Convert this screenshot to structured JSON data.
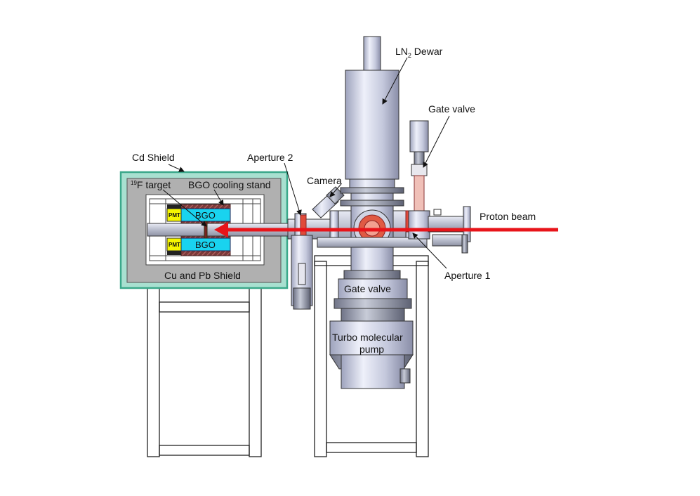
{
  "labels": {
    "ln2_dewar": "LN",
    "ln2_subscript": "2",
    "ln2_suffix": " Dewar",
    "gate_valve_top": "Gate valve",
    "cd_shield": "Cd Shield",
    "aperture_2": "Aperture 2",
    "camera": "Camera",
    "f_target_sup": "19",
    "f_target": "F target",
    "bgo_cooling_stand": "BGO cooling stand",
    "proton_beam": "Proton beam",
    "bgo_top": "BGO",
    "bgo_bottom": "BGO",
    "pmt_top": "PMT",
    "pmt_bottom": "PMT",
    "aperture_1": "Aperture 1",
    "cu_pb_shield": "Cu and Pb Shield",
    "gate_valve_bottom": "Gate valve",
    "turbo_line1": "Turbo molecular",
    "turbo_line2": "pump"
  },
  "colors": {
    "beam": "#e8141a",
    "shield_outer": "#a8e0d0",
    "shield_border": "#3aa88a",
    "shield_inner": "#b0b0b0",
    "bgo": "#19d3ef",
    "pmt": "#f5f500",
    "metal_light": "#dfe3f2",
    "metal_dark": "#8c90a6",
    "aperture_red": "#e04a3a"
  }
}
